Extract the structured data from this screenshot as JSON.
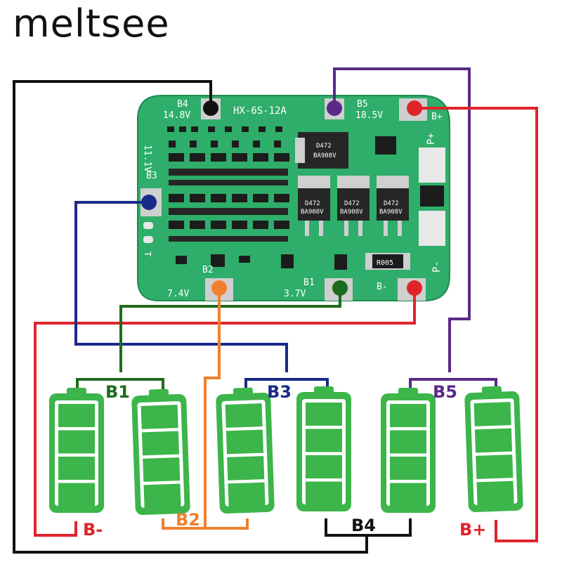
{
  "brand": "meltsee",
  "board": {
    "model": "HX-6S-12A",
    "pads": {
      "b4": {
        "name": "B4",
        "voltage": "14.8V"
      },
      "b5": {
        "name": "B5",
        "voltage": "18.5V"
      },
      "b3": {
        "name": "B3",
        "voltage": "11.1V"
      },
      "b2": {
        "name": "B2",
        "voltage": "7.4V"
      },
      "b1": {
        "name": "B1",
        "voltage": "3.7V"
      },
      "bplus": "B+",
      "bminus": "B-",
      "pplus": "P+",
      "pminus": "P-",
      "t": "T"
    },
    "mosfet_label": "D472",
    "mosfet_code": "BA908V",
    "shunt": "R005"
  },
  "cell_group_labels": {
    "b1": "B1",
    "b2": "B2",
    "b3": "B3",
    "b4": "B4",
    "b5": "B5"
  },
  "terminal_labels": {
    "bminus": "B-",
    "bplus": "B+"
  },
  "colors": {
    "board": "#2eae6a",
    "battery": "#3cb54a",
    "wire_black": "#111111",
    "wire_purple": "#5a2a8a",
    "wire_red": "#e0242a",
    "wire_blue": "#1a2a8a",
    "wire_green": "#1e6b1e",
    "wire_orange": "#f08030"
  }
}
